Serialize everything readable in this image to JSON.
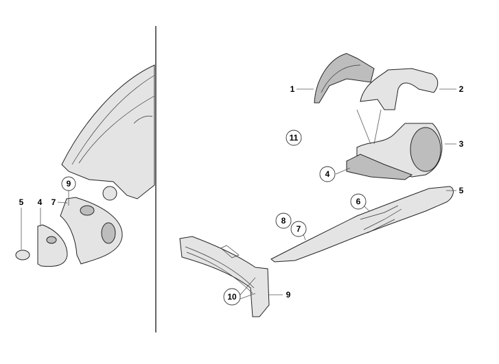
{
  "diagram": {
    "left_panel": {
      "callouts": [
        {
          "id": "l9",
          "text": "9",
          "circled": true
        },
        {
          "id": "l5",
          "text": "5",
          "circled": false
        },
        {
          "id": "l4",
          "text": "4",
          "circled": false
        },
        {
          "id": "l7",
          "text": "7",
          "circled": false
        }
      ]
    },
    "right_panel": {
      "callouts": [
        {
          "id": "r1",
          "text": "1",
          "circled": false
        },
        {
          "id": "r2",
          "text": "2",
          "circled": false
        },
        {
          "id": "r11",
          "text": "11",
          "circled": true
        },
        {
          "id": "r3",
          "text": "3",
          "circled": false
        },
        {
          "id": "r4",
          "text": "4",
          "circled": true
        },
        {
          "id": "r5",
          "text": "5",
          "circled": false
        },
        {
          "id": "r6",
          "text": "6",
          "circled": true
        },
        {
          "id": "r8",
          "text": "8",
          "circled": true
        },
        {
          "id": "r7",
          "text": "7",
          "circled": true
        },
        {
          "id": "r10",
          "text": "10",
          "circled": true
        },
        {
          "id": "r9",
          "text": "9",
          "circled": false
        }
      ]
    }
  }
}
